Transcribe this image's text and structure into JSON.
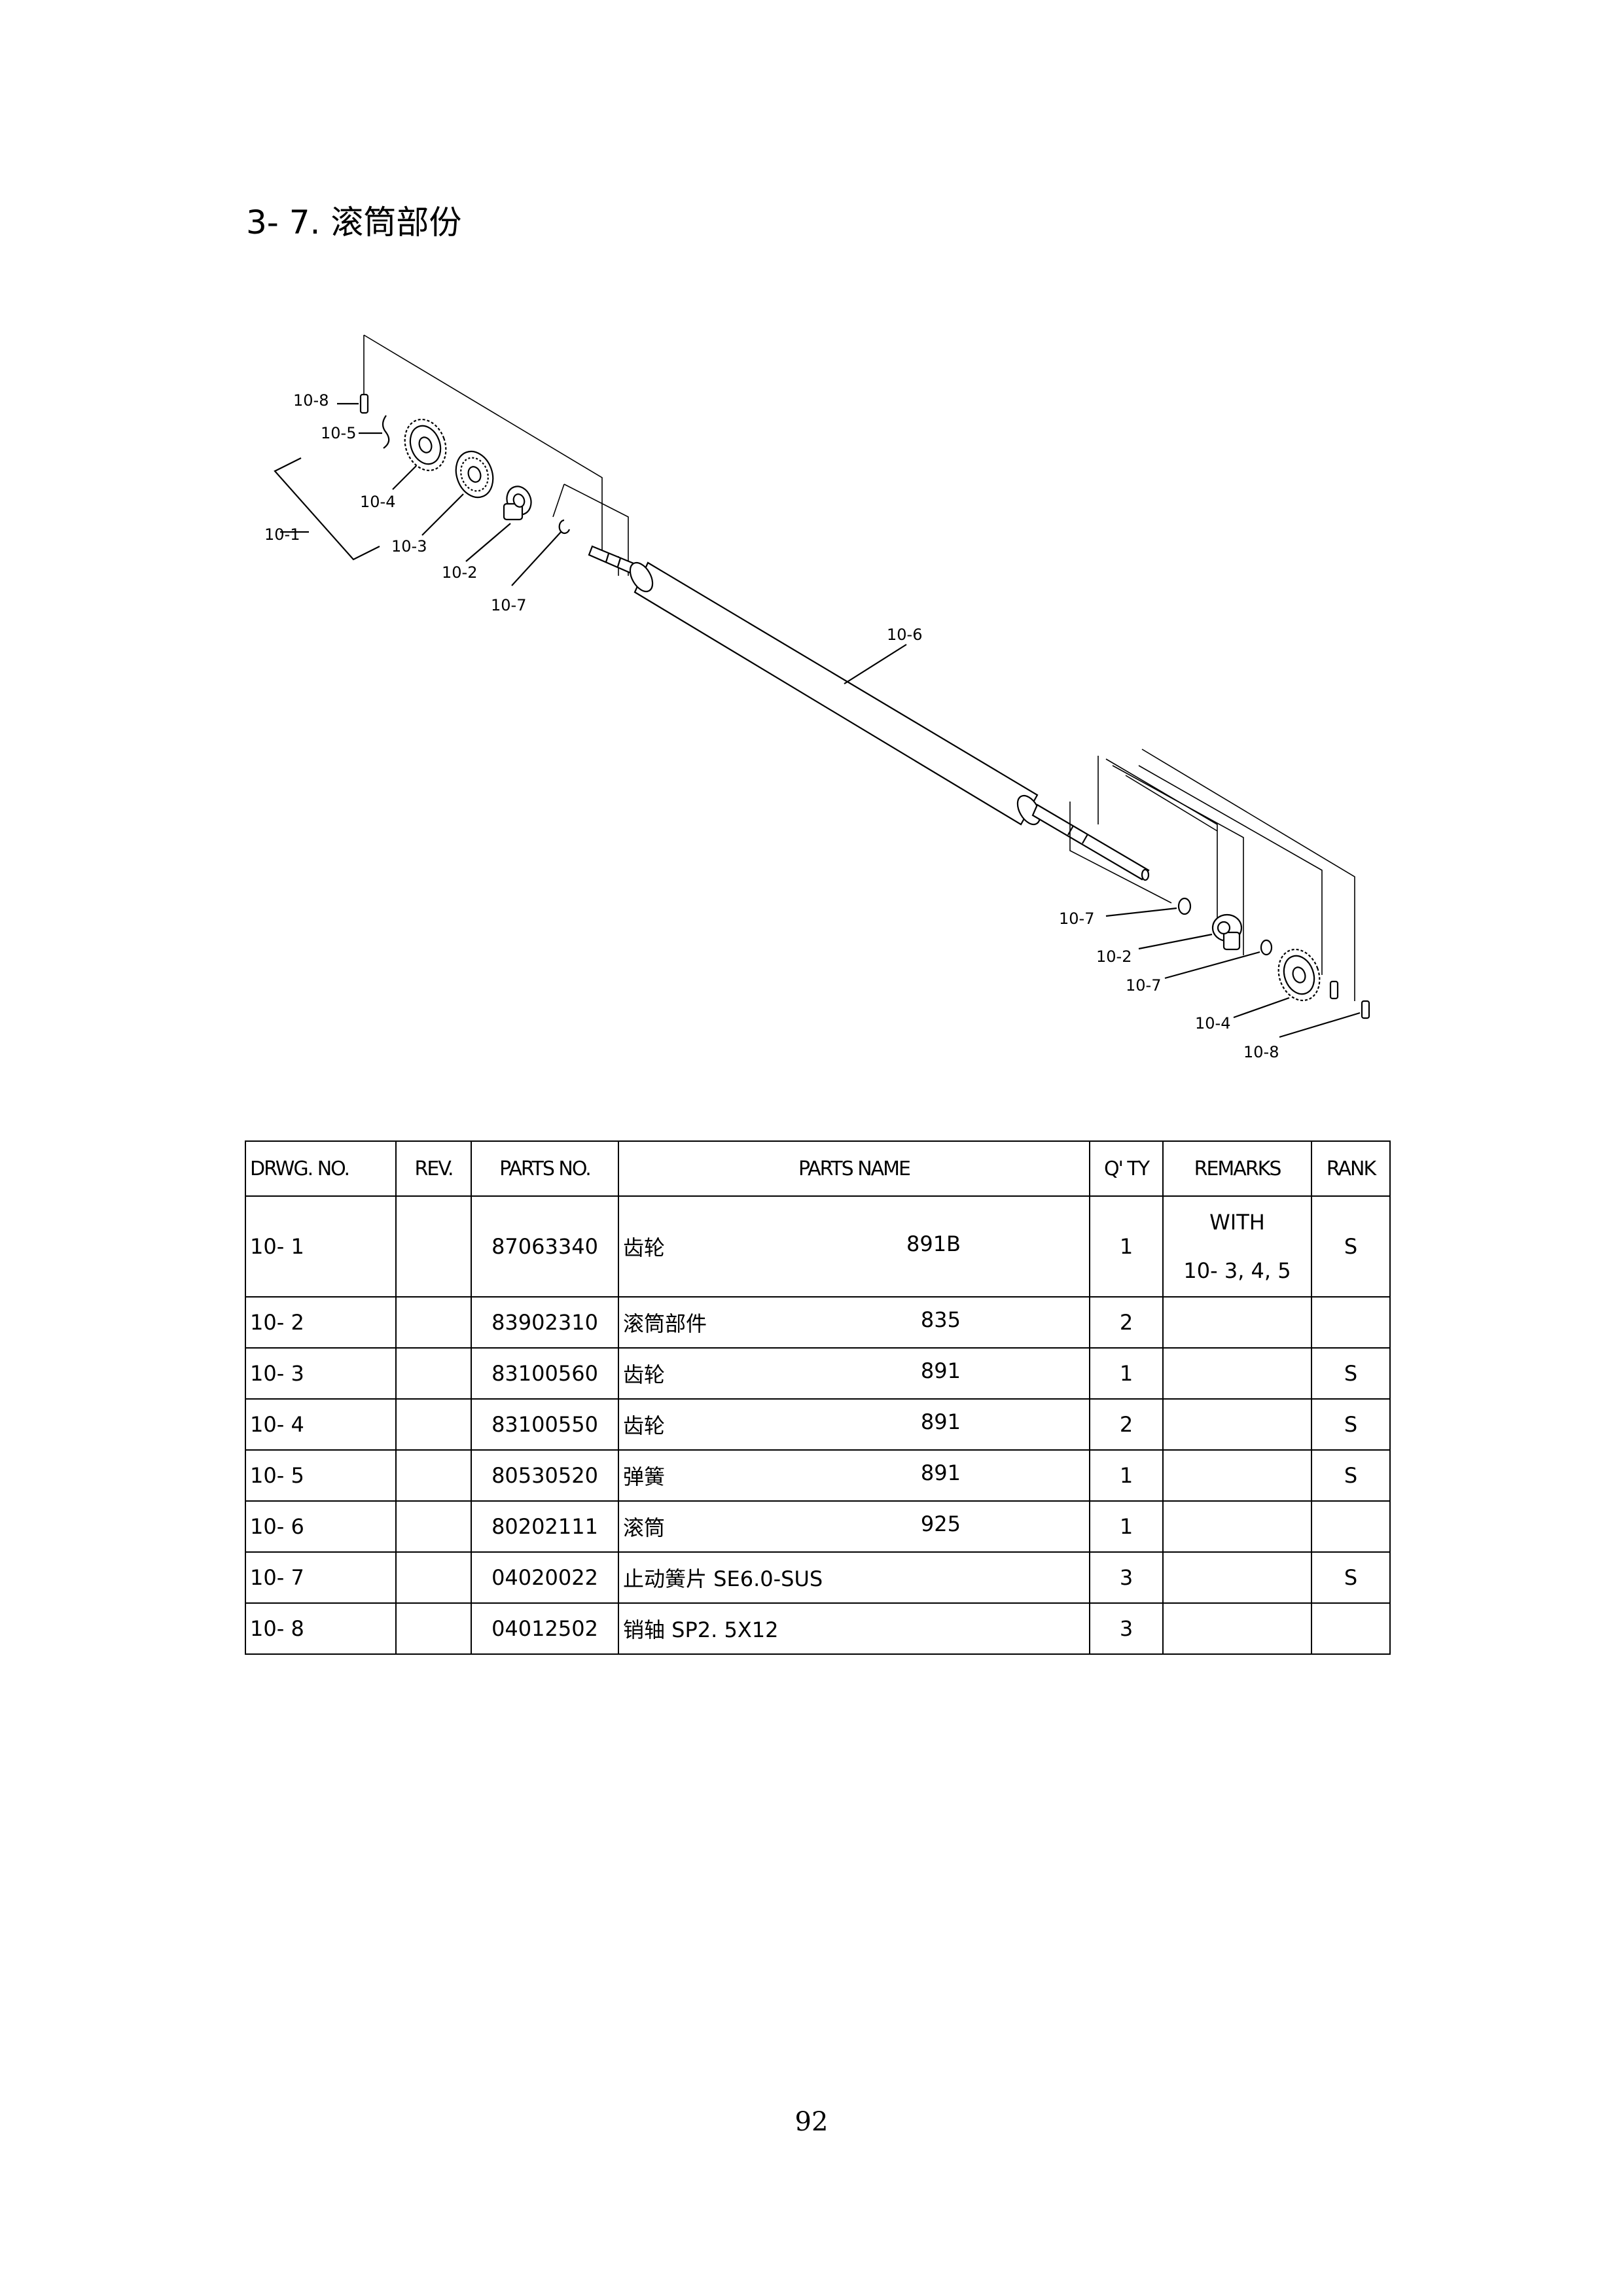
{
  "section": {
    "title": "3- 7.  滚筒部份"
  },
  "diagram": {
    "callouts": [
      "10-8",
      "10-5",
      "10-4",
      "10-1",
      "10-3",
      "10-2",
      "10-7",
      "10-6",
      "10-7",
      "10-2",
      "10-7",
      "10-4",
      "10-8"
    ]
  },
  "table": {
    "headers": [
      "DRWG. NO.",
      "REV.",
      "PARTS  NO.",
      "PARTS  NAME",
      "Q' TY",
      "REMARKS",
      "RANK"
    ],
    "rows": [
      {
        "drwg": "10- 1",
        "rev": "",
        "part_no": "87063340",
        "name": "齿轮",
        "spec": "891B",
        "qty": "1",
        "remarks_line1": "WITH",
        "remarks_line2": "10- 3, 4, 5",
        "rank": "S"
      },
      {
        "drwg": "10- 2",
        "rev": "",
        "part_no": "83902310",
        "name": "滚筒部件",
        "spec": "835",
        "qty": "2",
        "remarks_line1": "",
        "remarks_line2": "",
        "rank": ""
      },
      {
        "drwg": "10- 3",
        "rev": "",
        "part_no": "83100560",
        "name": "齿轮",
        "spec": "891",
        "qty": "1",
        "remarks_line1": "",
        "remarks_line2": "",
        "rank": "S"
      },
      {
        "drwg": "10- 4",
        "rev": "",
        "part_no": "83100550",
        "name": "齿轮",
        "spec": "891",
        "qty": "2",
        "remarks_line1": "",
        "remarks_line2": "",
        "rank": "S"
      },
      {
        "drwg": "10- 5",
        "rev": "",
        "part_no": "80530520",
        "name": "弹簧",
        "spec": "891",
        "qty": "1",
        "remarks_line1": "",
        "remarks_line2": "",
        "rank": "S"
      },
      {
        "drwg": "10- 6",
        "rev": "",
        "part_no": "80202111",
        "name": "滚筒",
        "spec": "925",
        "qty": "1",
        "remarks_line1": "",
        "remarks_line2": "",
        "rank": ""
      },
      {
        "drwg": "10- 7",
        "rev": "",
        "part_no": "04020022",
        "name": "止动簧片  SE6.0-SUS",
        "spec": "",
        "qty": "3",
        "remarks_line1": "",
        "remarks_line2": "",
        "rank": "S"
      },
      {
        "drwg": "10- 8",
        "rev": "",
        "part_no": "04012502",
        "name": "销轴  SP2. 5X12",
        "spec": "",
        "qty": "3",
        "remarks_line1": "",
        "remarks_line2": "",
        "rank": ""
      }
    ]
  },
  "footer": {
    "page_number": "92"
  }
}
